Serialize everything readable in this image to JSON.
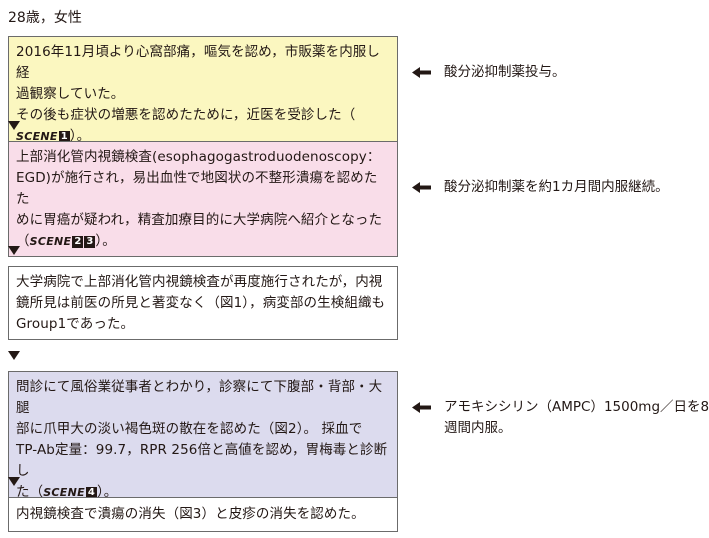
{
  "header": "28歳，女性",
  "box1": {
    "line1": "2016年11月頃より心窩部痛，嘔気を認め，市販薬を内服し経",
    "line2": "過観察していた。",
    "line3_pre": "その後も症状の増悪を認めたために，近医を受診した（",
    "scene": "SCENE",
    "n1": "1",
    "close": "）。"
  },
  "box2": {
    "line1": "上部消化管内視鏡検査(esophagogastroduodenoscopy：",
    "line2": "EGD)が施行され，易出血性で地図状の不整形潰瘍を認めたた",
    "line3": "めに胃癌が疑われ，精査加療目的に大学病院へ紹介となった",
    "open": "（",
    "scene": "SCENE",
    "n1": "2",
    "n2": "3",
    "close": "）。"
  },
  "box3": {
    "line1": "大学病院で上部消化管内視鏡検査が再度施行されたが，内視",
    "line2": "鏡所見は前医の所見と著変なく（図1），病変部の生検組織も",
    "line3": "Group1であった。"
  },
  "box4": {
    "line1": "問診にて風俗業従事者とわかり，診察にて下腹部・背部・大腿",
    "line2": "部に爪甲大の淡い褐色斑の散在を認めた（図2）。 採血で",
    "line3": "TP-Ab定量：99.7，RPR 256倍と高値を認め，胃梅毒と診断し",
    "line4_pre": "た（",
    "scene": "SCENE",
    "n1": "4",
    "close": "）。"
  },
  "box5": {
    "line1": "内視鏡検査で潰瘍の消失（図3）と皮疹の消失を認めた。"
  },
  "side1": "酸分泌抑制薬投与。",
  "side2": "酸分泌抑制薬を約1カ月間内服継続。",
  "side3": {
    "line1": "アモキシシリン（AMPC）1500mg／日を8",
    "line2": "週間内服。"
  }
}
